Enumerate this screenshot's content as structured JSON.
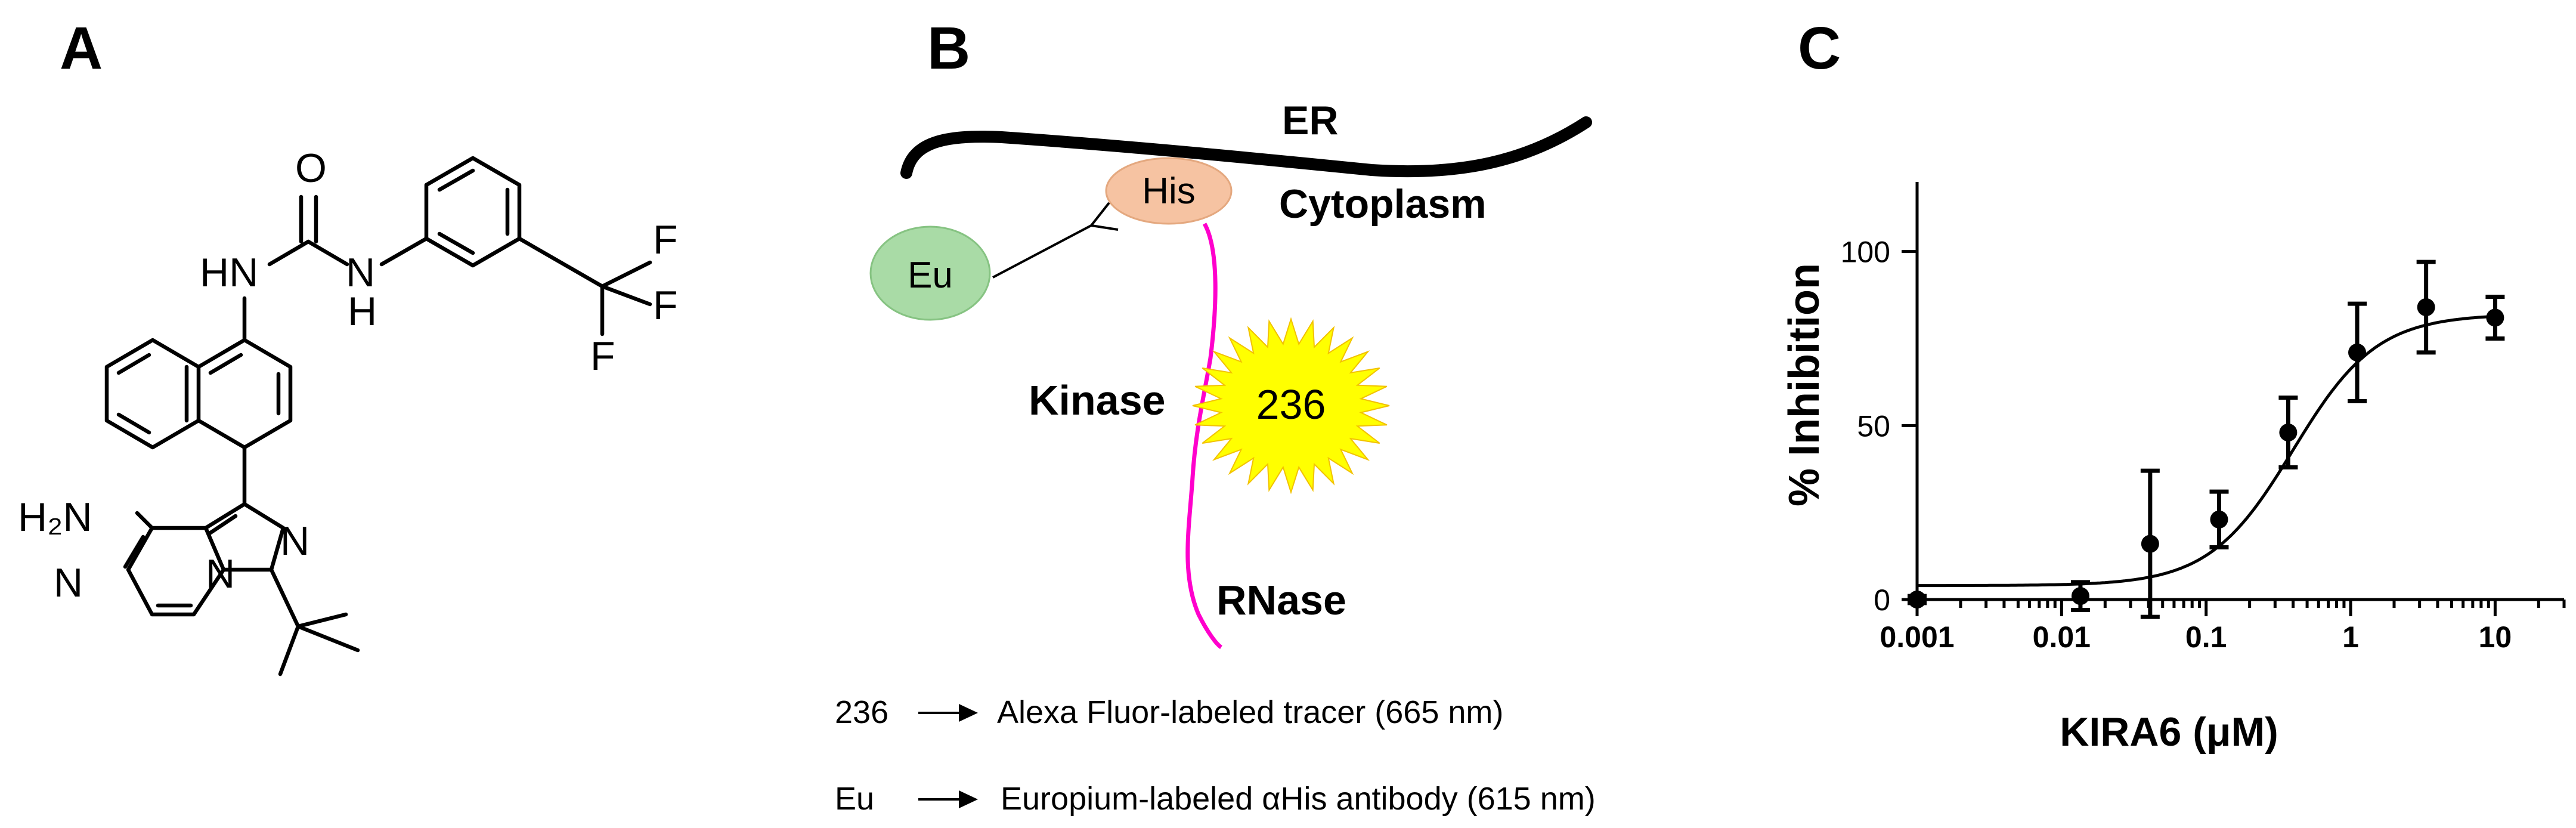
{
  "panels": {
    "a": {
      "letter": "A",
      "atoms": {
        "o": "O",
        "hn": "HN",
        "n": "N",
        "h": "H",
        "f1": "F",
        "f2": "F",
        "f3": "F",
        "h2n": "H₂N",
        "n_pyrazine": "N",
        "n_bridge": "N",
        "n_imidazole": "N"
      }
    },
    "b": {
      "letter": "B",
      "er": "ER",
      "his": "His",
      "cytoplasm": "Cytoplasm",
      "eu": "Eu",
      "kinase": "Kinase",
      "tracer": "236",
      "rnase": "RNase",
      "legend": [
        {
          "key": "236",
          "text": "Alexa Fluor-labeled tracer (665 nm)"
        },
        {
          "key": "Eu",
          "text": "Europium-labeled αHis antibody (615 nm)"
        }
      ],
      "colors": {
        "eu_fill": "#a9dba6",
        "his_fill": "#f6c3a2",
        "tracer_fill": "#ffff00",
        "rnase_line": "#ff00cc"
      }
    },
    "c": {
      "letter": "C"
    }
  },
  "chart_data": {
    "type": "scatter",
    "xlabel": "KIRA6 (μM)",
    "ylabel": "% Inhibition",
    "xscale": "log",
    "xlim": [
      0.001,
      30
    ],
    "ylim": [
      0,
      120
    ],
    "xticks": [
      0.001,
      0.01,
      0.1,
      1,
      10
    ],
    "xtick_labels": [
      "0.001",
      "0.01",
      "0.1",
      "1",
      "10"
    ],
    "yticks": [
      0,
      50,
      100
    ],
    "ytick_labels": [
      "0",
      "50",
      "100"
    ],
    "points": [
      {
        "x": 0.001,
        "y": 0,
        "err": 1
      },
      {
        "x": 0.0135,
        "y": 1,
        "err": 4
      },
      {
        "x": 0.041,
        "y": 16,
        "err": 21
      },
      {
        "x": 0.123,
        "y": 23,
        "err": 8
      },
      {
        "x": 0.37,
        "y": 48,
        "err": 10
      },
      {
        "x": 1.11,
        "y": 71,
        "err": 14
      },
      {
        "x": 3.33,
        "y": 84,
        "err": 13
      },
      {
        "x": 10,
        "y": 81,
        "err": 6
      }
    ],
    "fit": {
      "bottom": 4,
      "top": 82,
      "ic50": 0.4,
      "hill": 1.5
    },
    "baseline": 0,
    "grid": false
  }
}
